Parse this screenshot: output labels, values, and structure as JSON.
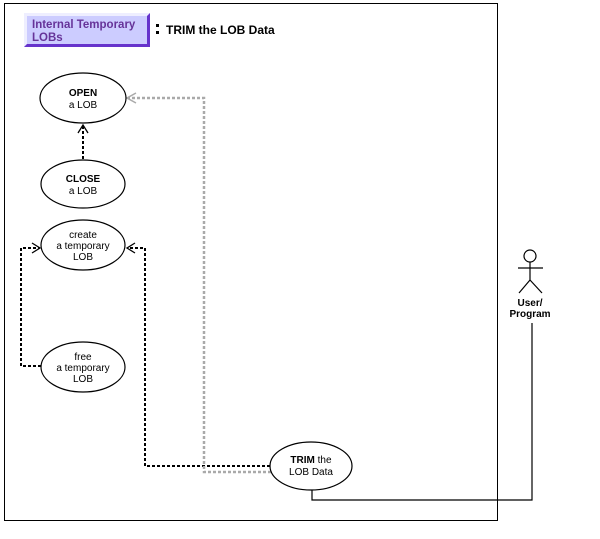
{
  "diagram": {
    "title_box": {
      "line1": "Internal Temporary",
      "line2": "LOBs",
      "fill": "#ccccff",
      "text_color": "#663399"
    },
    "separator": ":",
    "heading": "TRIM the LOB Data",
    "use_cases": {
      "open": {
        "line1": "OPEN",
        "line2": "a LOB"
      },
      "close": {
        "line1": "CLOSE",
        "line2": "a LOB"
      },
      "create": {
        "line1": "create",
        "line2": "a temporary",
        "line3": "LOB"
      },
      "free": {
        "line1": "free",
        "line2": "a temporary",
        "line3": "LOB"
      },
      "trim": {
        "line1_bold": "TRIM",
        "line1_rest": " the",
        "line2": "LOB Data"
      }
    },
    "actor": {
      "line1": "User/",
      "line2": "Program"
    },
    "connectors": [
      {
        "from": "close",
        "to": "open",
        "style": "dashed-black"
      },
      {
        "from": "free",
        "to": "create",
        "style": "dashed-black"
      },
      {
        "from": "trim",
        "to": "create",
        "style": "dashed-black"
      },
      {
        "from": "trim",
        "to": "open",
        "style": "dashed-gray"
      },
      {
        "from": "actor",
        "to": "trim",
        "style": "solid"
      }
    ],
    "colors": {
      "gray_connector": "#aaaaaa",
      "line": "#000000"
    }
  }
}
